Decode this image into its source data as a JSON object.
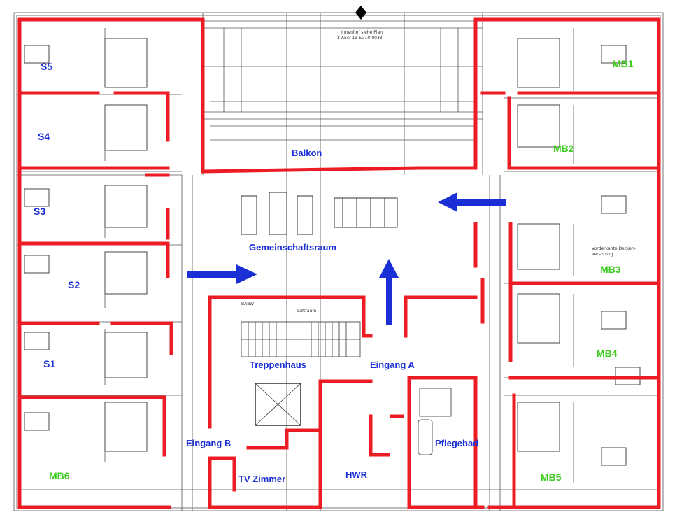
{
  "rooms": {
    "s5": "S5",
    "s4": "S4",
    "s3": "S3",
    "s2": "S2",
    "s1": "S1",
    "mb6": "MB6",
    "mb1": "MB1",
    "mb2": "MB2",
    "mb3": "MB3",
    "mb4": "MB4",
    "mb5": "MB5"
  },
  "areas": {
    "balkon": "Balkon",
    "gemeinschaftsraum": "Gemeinschaftsraum",
    "treppenhaus": "Treppenhaus",
    "eingang_a": "Eingang A",
    "eingang_b": "Eingang B",
    "tv_zimmer": "TV Zimmer",
    "hwr": "HWR",
    "pflegebad": "Pflegebad"
  },
  "notes": {
    "innenhof": "Innenhof siehe Plan",
    "innenhof_ref": "3-A5cr-11-EG10-0033",
    "luftraum": "Luftraum",
    "babw": "BABW",
    "vorderkante": "Vorderkante Decken-",
    "versprung": "versprung"
  },
  "colors": {
    "wall_red": "#ec1c24",
    "label_blue": "#1a2fd6",
    "label_green": "#3dcc1f",
    "arrow_blue": "#1a2fd6",
    "line_gray": "#555555"
  }
}
